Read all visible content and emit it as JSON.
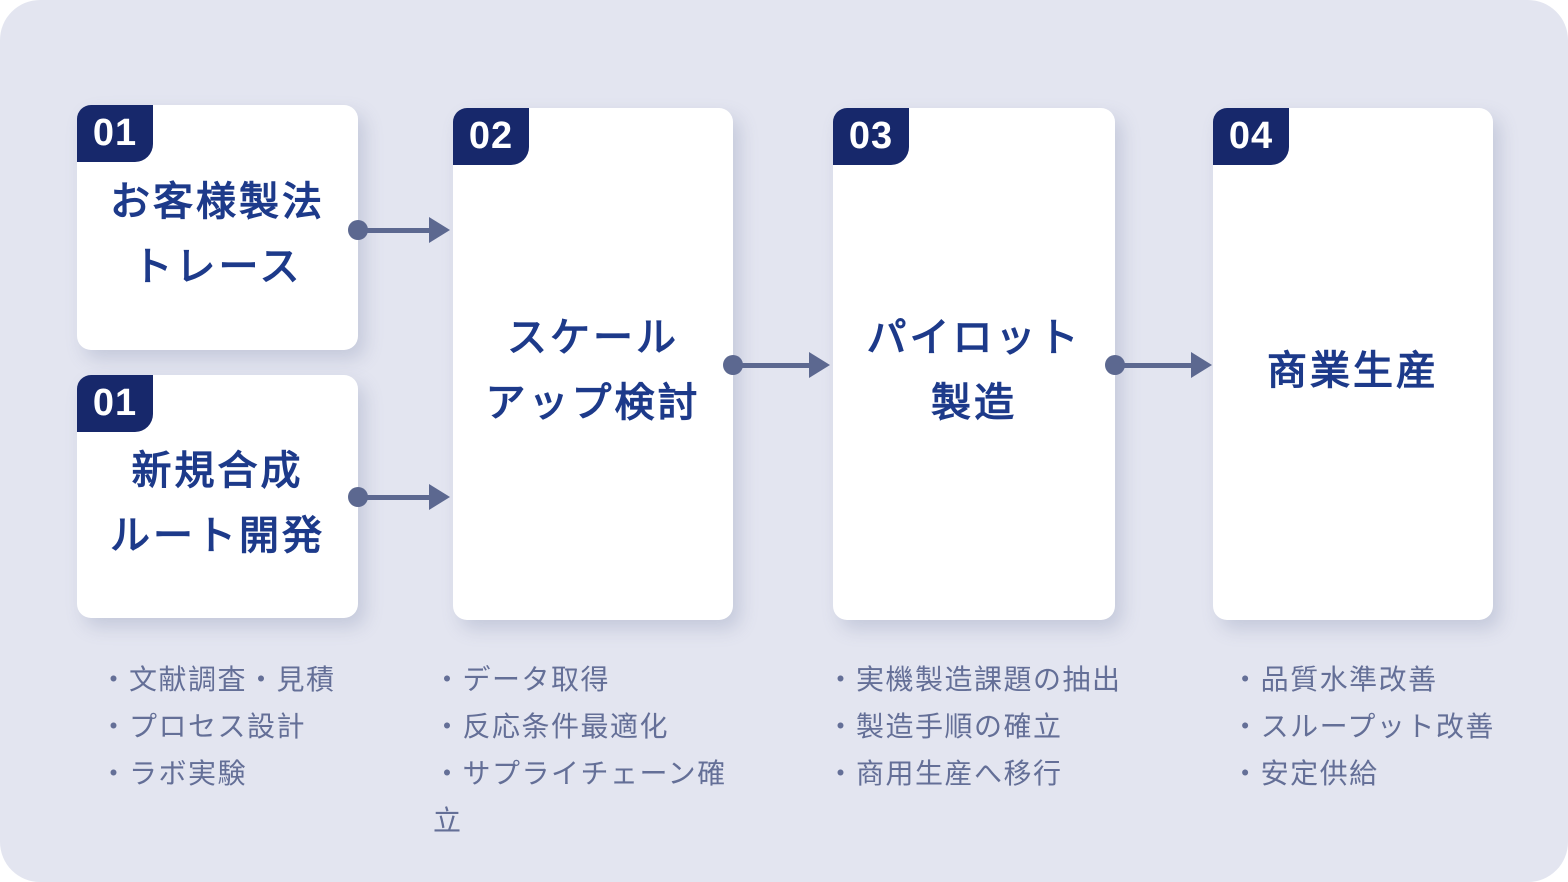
{
  "palette": {
    "canvas_bg": "#e3e5f0",
    "card_bg": "#ffffff",
    "badge_bg": "#17286b",
    "title_color": "#1d3a8a",
    "list_color": "#646f97",
    "arrow_color": "#5c6890"
  },
  "columns": [
    {
      "cards": [
        {
          "badge": "01",
          "title_lines": [
            "お客様製法",
            "トレース"
          ]
        },
        {
          "badge": "01",
          "title_lines": [
            "新規合成",
            "ルート開発"
          ]
        }
      ],
      "bullets": [
        "・文献調査・見積",
        "・プロセス設計",
        "・ラボ実験"
      ]
    },
    {
      "cards": [
        {
          "badge": "02",
          "title_lines": [
            "スケール",
            "アップ検討"
          ]
        }
      ],
      "bullets": [
        "・データ取得",
        "・反応条件最適化",
        "・サプライチェーン確立"
      ]
    },
    {
      "cards": [
        {
          "badge": "03",
          "title_lines": [
            "パイロット",
            "製造"
          ]
        }
      ],
      "bullets": [
        "・実機製造課題の抽出",
        "・製造手順の確立",
        "・商用生産へ移行"
      ]
    },
    {
      "cards": [
        {
          "badge": "04",
          "title_lines": [
            "商業生産"
          ]
        }
      ],
      "bullets": [
        "・品質水準改善",
        "・スループット改善",
        "・安定供給"
      ]
    }
  ]
}
